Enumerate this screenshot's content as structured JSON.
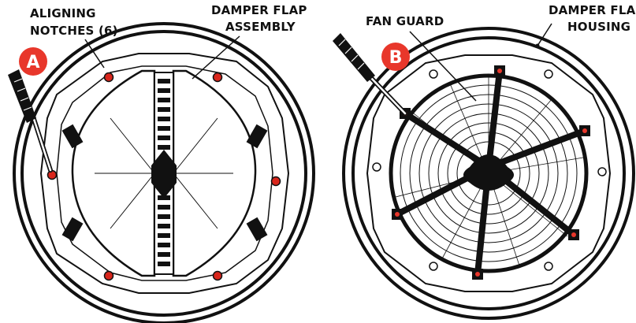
{
  "colors": {
    "ink": "#111111",
    "paper": "#ffffff",
    "accent_red": "#e8372b",
    "notch_dot": "#d9261c"
  },
  "panel_a": {
    "badge": "A",
    "labels": {
      "aligning_notches_line1": "ALIGNING",
      "aligning_notches_line2": "NOTCHES (6)",
      "damper_flap_assembly_line1": "DAMPER FLAP",
      "damper_flap_assembly_line2": "ASSEMBLY"
    },
    "icons": [
      "screwdriver-icon"
    ]
  },
  "panel_b": {
    "badge": "B",
    "labels": {
      "fan_guard": "FAN GUARD",
      "damper_flap_housing_line1": "DAMPER FLAP",
      "damper_flap_housing_line2": "HOUSING"
    },
    "icons": [
      "screwdriver-icon"
    ]
  }
}
